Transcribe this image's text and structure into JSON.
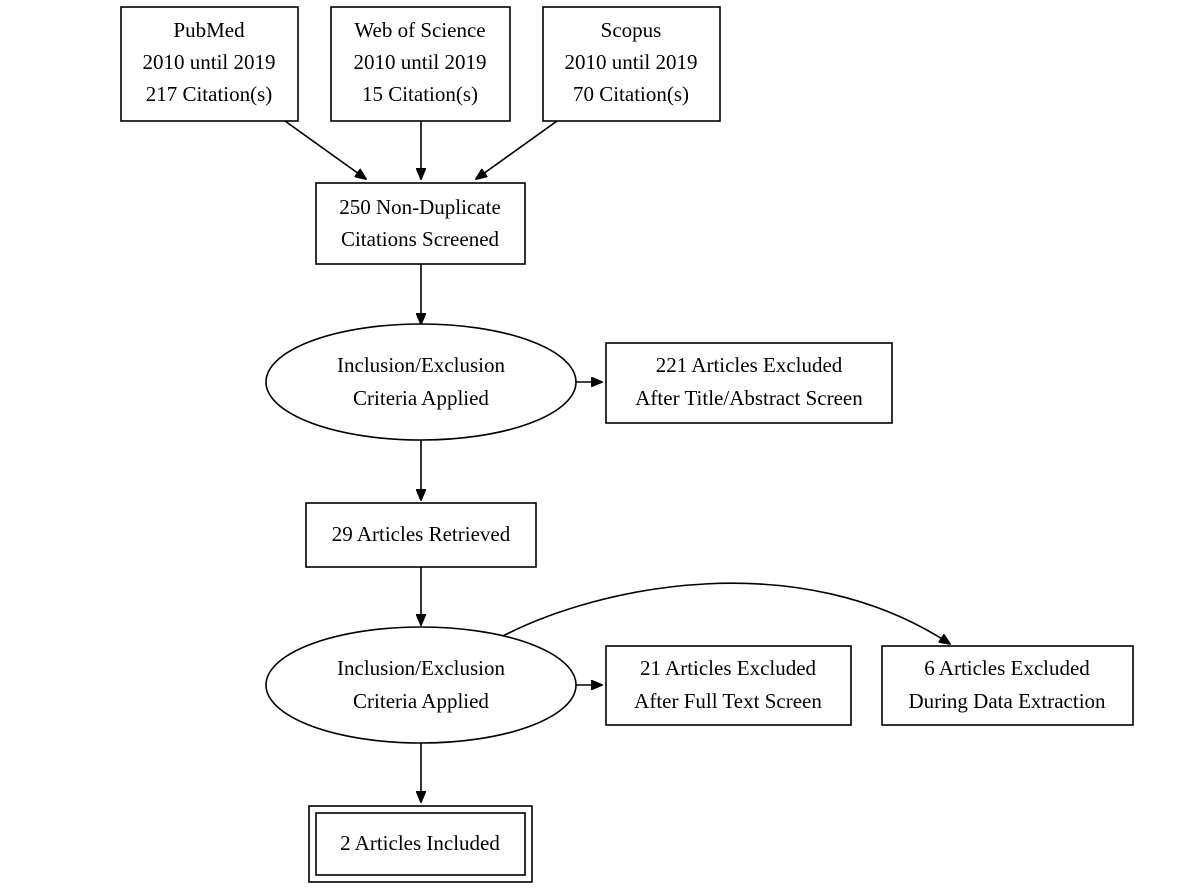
{
  "nodes": {
    "pubmed": {
      "lines": [
        "PubMed",
        "2010 until 2019",
        "217 Citation(s)"
      ]
    },
    "wos": {
      "lines": [
        "Web of Science",
        "2010 until 2019",
        "15 Citation(s)"
      ]
    },
    "scopus": {
      "lines": [
        "Scopus",
        "2010 until 2019",
        "70 Citation(s)"
      ]
    },
    "screened": {
      "lines": [
        "250 Non-Duplicate",
        "Citations Screened"
      ]
    },
    "criteria1": {
      "lines": [
        "Inclusion/Exclusion",
        "Criteria Applied"
      ]
    },
    "excluded1": {
      "lines": [
        "221 Articles Excluded",
        "After Title/Abstract Screen"
      ]
    },
    "retrieved": {
      "lines": [
        "29 Articles Retrieved"
      ]
    },
    "criteria2": {
      "lines": [
        "Inclusion/Exclusion",
        "Criteria Applied"
      ]
    },
    "excluded2": {
      "lines": [
        "21 Articles Excluded",
        "After Full Text Screen"
      ]
    },
    "excluded3": {
      "lines": [
        "6 Articles Excluded",
        "During Data Extraction"
      ]
    },
    "included": {
      "lines": [
        "2 Articles Included"
      ]
    }
  }
}
